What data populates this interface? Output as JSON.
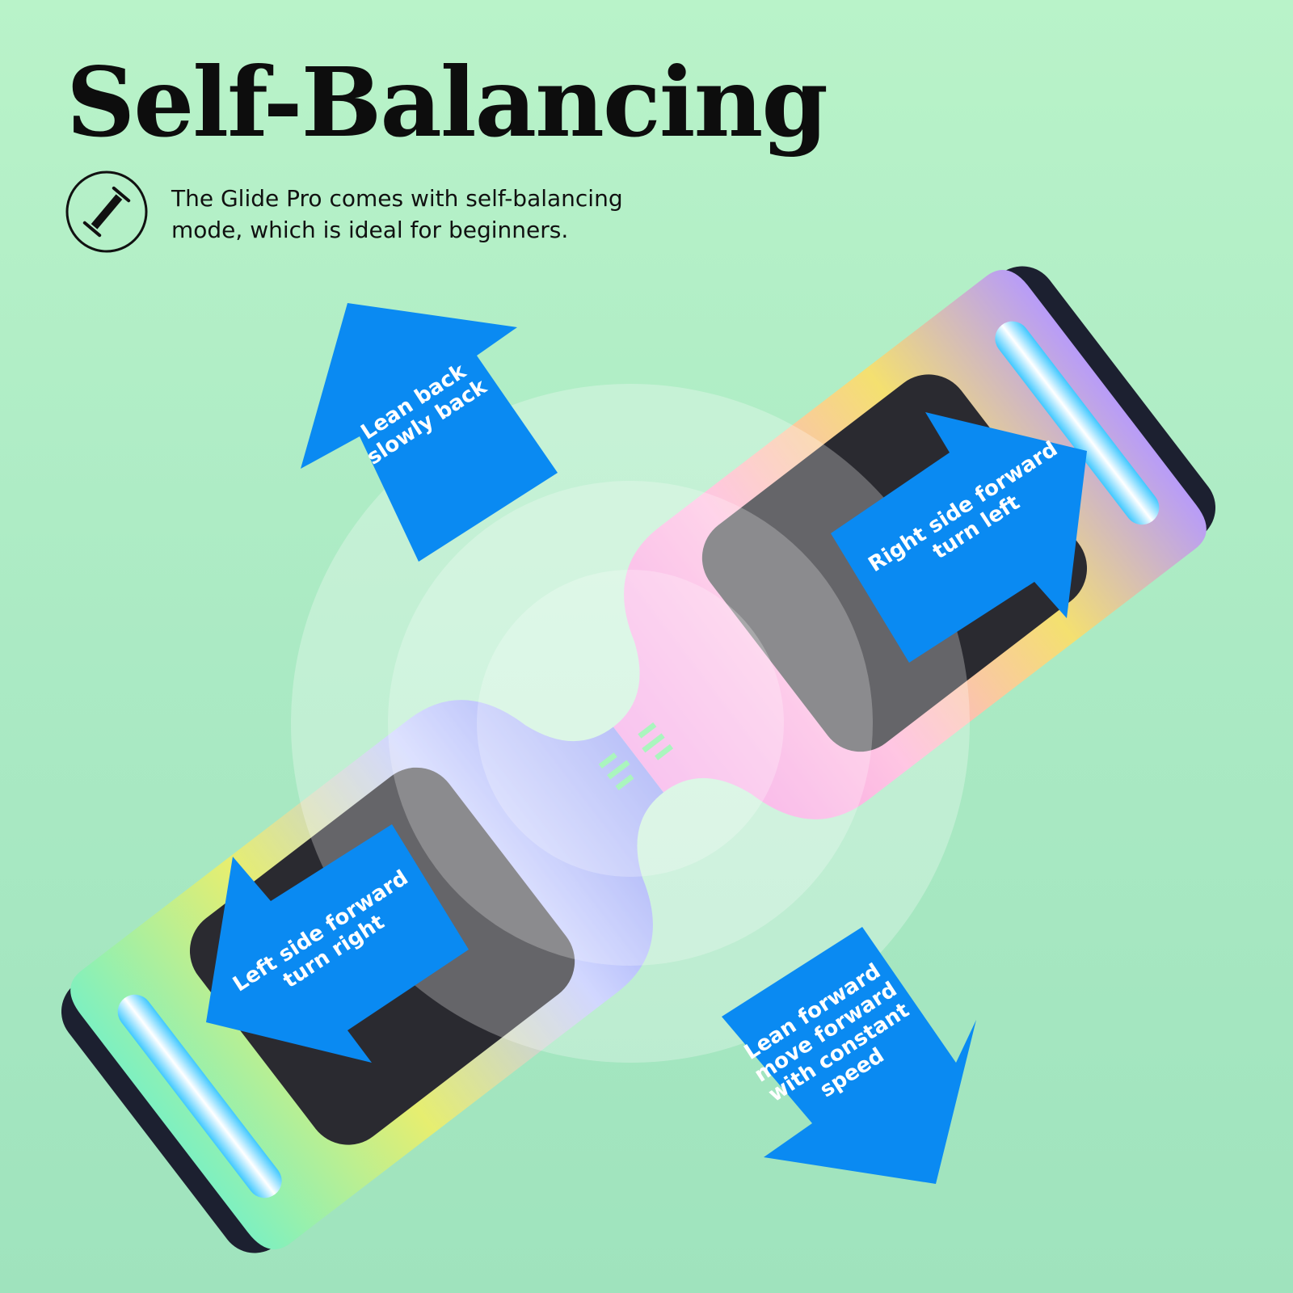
{
  "header": {
    "title": "Self-Balancing",
    "description": "The Glide Pro comes with self-balancing mode, which is ideal for beginners.",
    "icon": "hoverboard-icon"
  },
  "arrows": {
    "lean_back": {
      "line1": "Lean back",
      "line2": "slowly back"
    },
    "right_side": {
      "line1": "Right side forward",
      "line2": "turn left"
    },
    "left_side": {
      "line1": "Left side forward",
      "line2": "turn right"
    },
    "lean_forward": {
      "line1": "Lean forward",
      "line2": "move forward",
      "line3": "with constant",
      "line4": "speed"
    }
  },
  "colors": {
    "arrow": "#0a8af2",
    "background": "#b2eec6"
  }
}
